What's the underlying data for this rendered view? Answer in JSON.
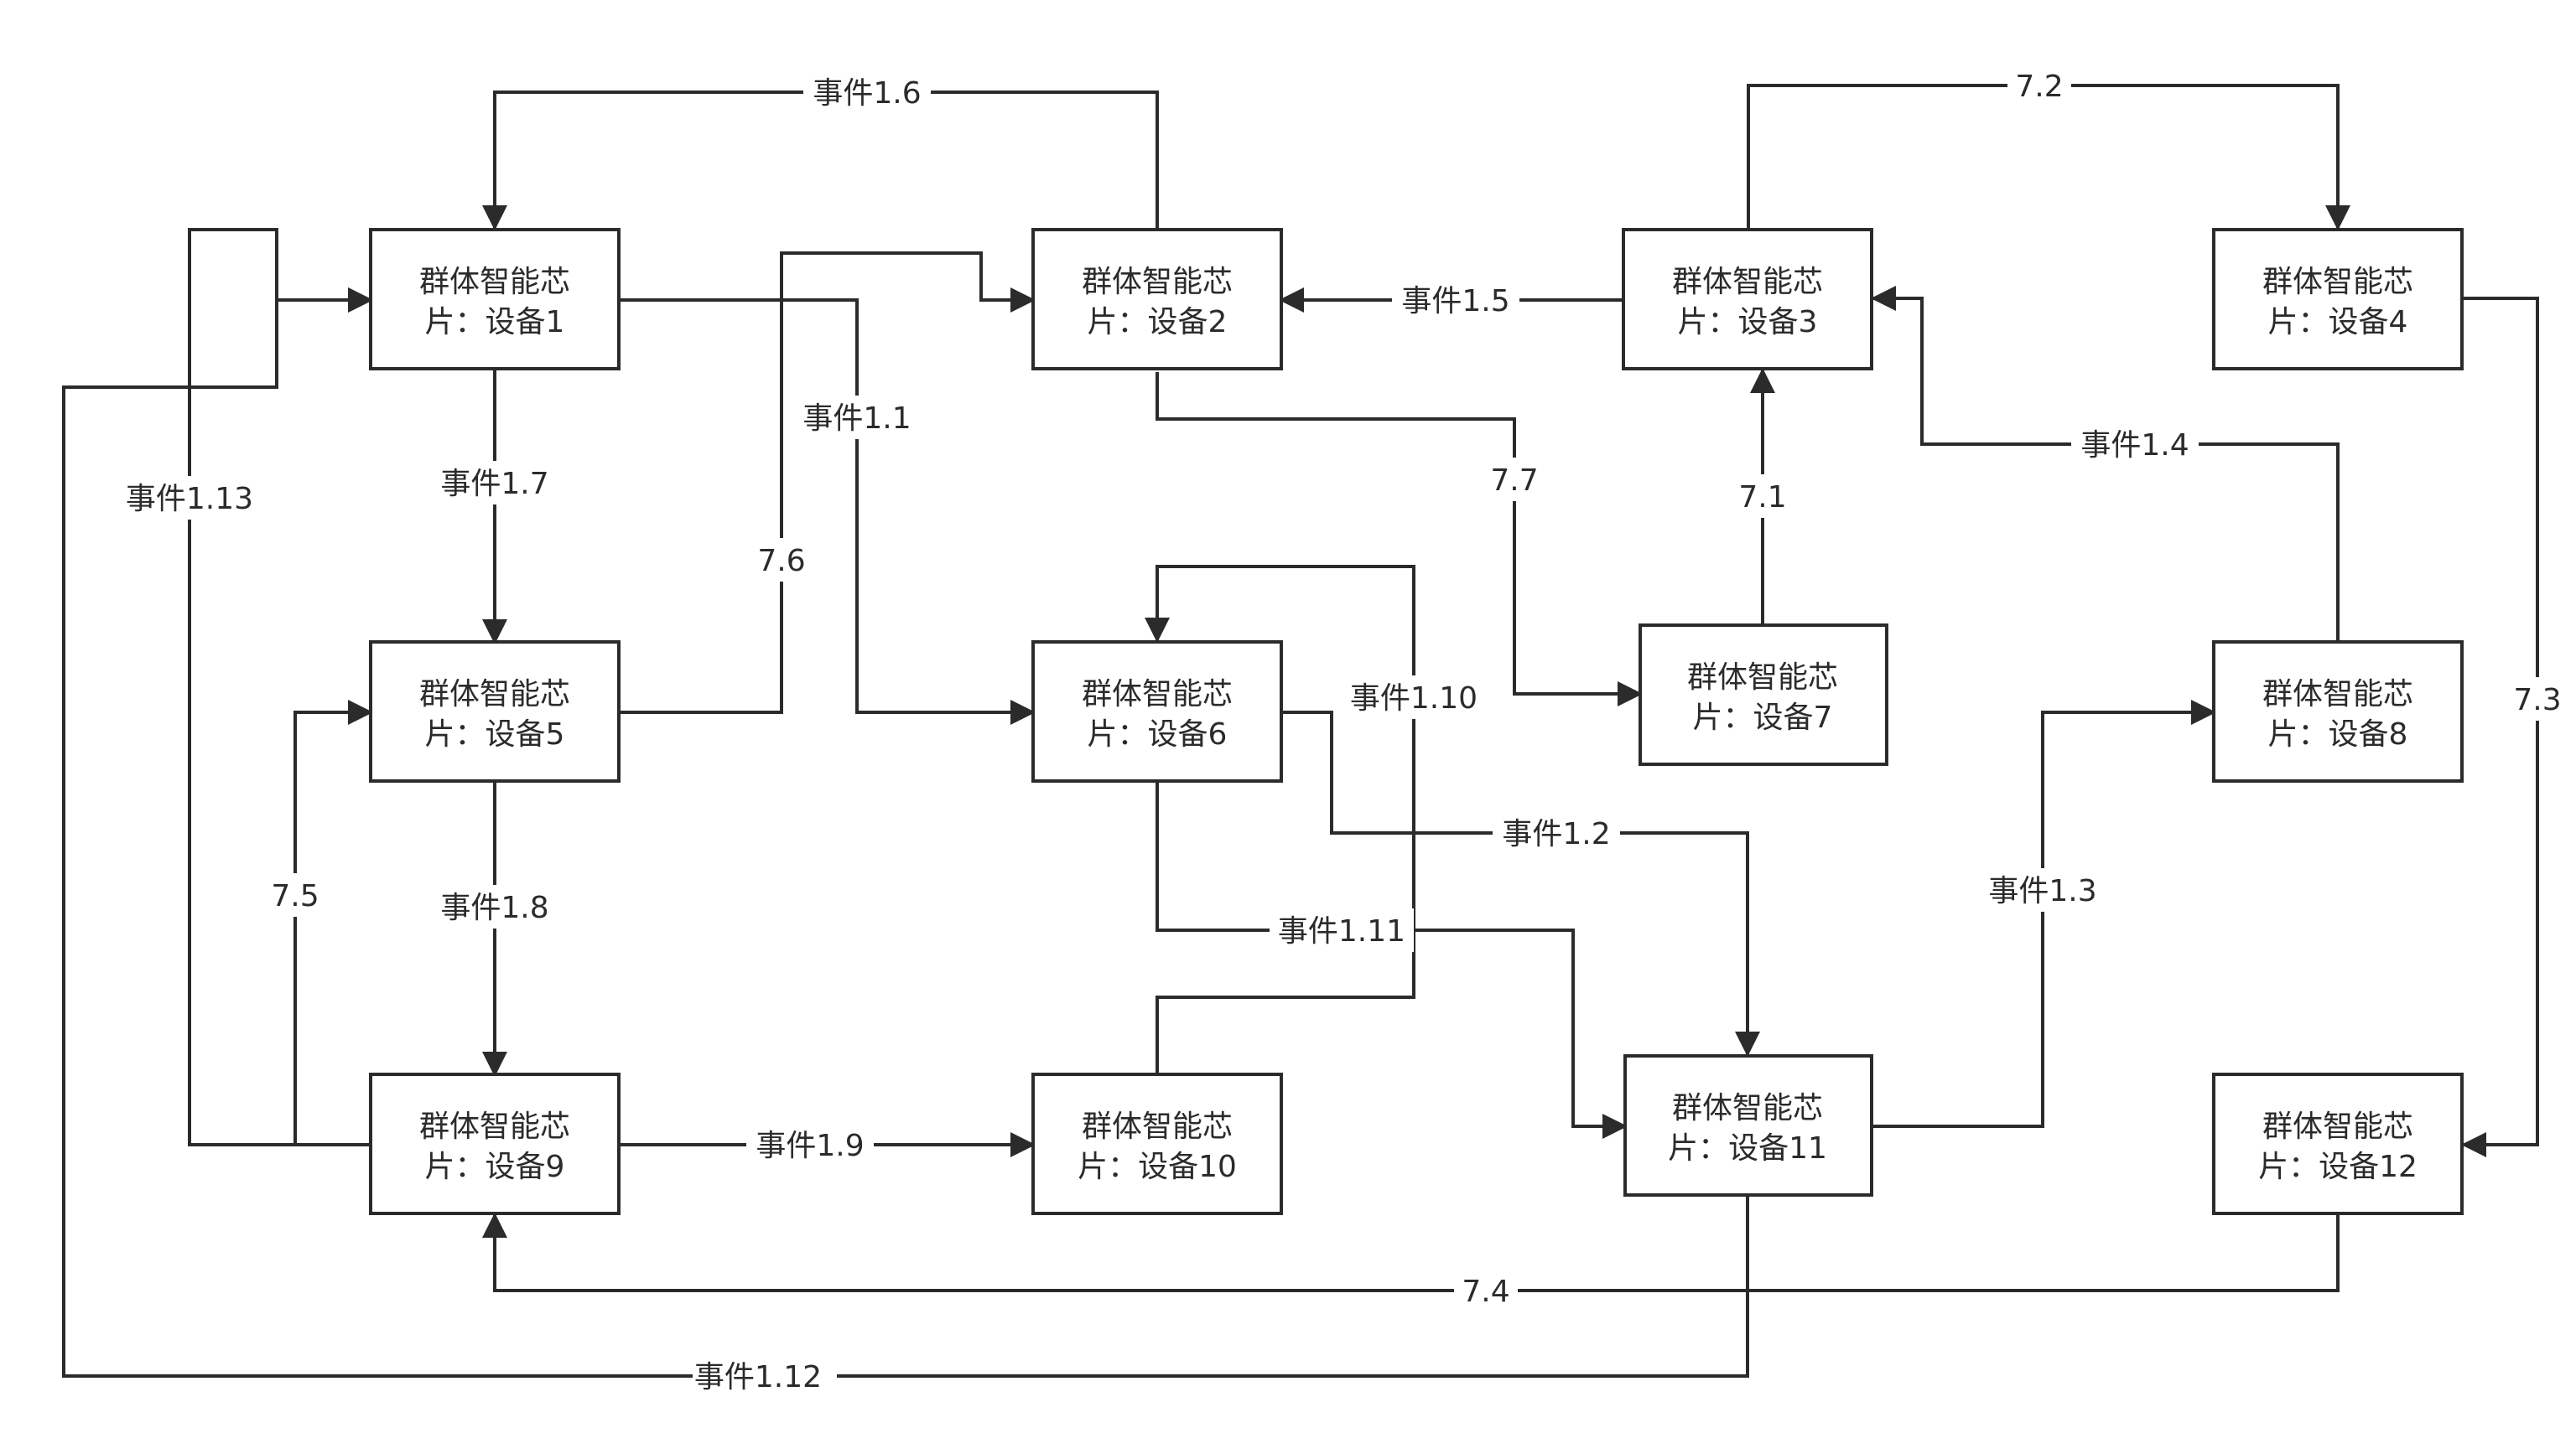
{
  "nodes": [
    {
      "id": "n1",
      "line1": "群体智能芯",
      "line2": "片：设备1"
    },
    {
      "id": "n2",
      "line1": "群体智能芯",
      "line2": "片：设备2"
    },
    {
      "id": "n3",
      "line1": "群体智能芯",
      "line2": "片：设备3"
    },
    {
      "id": "n4",
      "line1": "群体智能芯",
      "line2": "片：设备4"
    },
    {
      "id": "n5",
      "line1": "群体智能芯",
      "line2": "片：设备5"
    },
    {
      "id": "n6",
      "line1": "群体智能芯",
      "line2": "片：设备6"
    },
    {
      "id": "n7",
      "line1": "群体智能芯",
      "line2": "片：设备7"
    },
    {
      "id": "n8",
      "line1": "群体智能芯",
      "line2": "片：设备8"
    },
    {
      "id": "n9",
      "line1": "群体智能芯",
      "line2": "片：设备9"
    },
    {
      "id": "n10",
      "line1": "群体智能芯",
      "line2": "片：设备10"
    },
    {
      "id": "n11",
      "line1": "群体智能芯",
      "line2": "片：设备11"
    },
    {
      "id": "n12",
      "line1": "群体智能芯",
      "line2": "片：设备12"
    }
  ],
  "edges": [
    {
      "id": "e1_6",
      "from": "n2",
      "to": "n1",
      "label": "事件1.6"
    },
    {
      "id": "e7_2",
      "from": "n3",
      "to": "n4",
      "label": "7.2"
    },
    {
      "id": "e1_5",
      "from": "n3",
      "to": "n2",
      "label": "事件1.5"
    },
    {
      "id": "e1_1",
      "from": "n1",
      "to": "n6",
      "label": "事件1.1"
    },
    {
      "id": "e7_6",
      "from": "n5",
      "to": "n2",
      "label": "7.6"
    },
    {
      "id": "e1_7",
      "from": "n1",
      "to": "n5",
      "label": "事件1.7"
    },
    {
      "id": "e1_13",
      "from": "n9",
      "to": "n1",
      "label": "事件1.13"
    },
    {
      "id": "e7_7",
      "from": "n2",
      "to": "n7",
      "label": "7.7"
    },
    {
      "id": "e7_1",
      "from": "n7",
      "to": "n3",
      "label": "7.1"
    },
    {
      "id": "e1_4",
      "from": "n8",
      "to": "n3",
      "label": "事件1.4"
    },
    {
      "id": "e7_3",
      "from": "n4",
      "to": "n12",
      "label": "7.3"
    },
    {
      "id": "e1_10",
      "from": "n10",
      "to": "n6",
      "label": "事件1.10"
    },
    {
      "id": "e1_2",
      "from": "n6",
      "to": "n11",
      "label": "事件1.2"
    },
    {
      "id": "e1_3",
      "from": "n11",
      "to": "n8",
      "label": "事件1.3"
    },
    {
      "id": "e7_5",
      "from": "n9",
      "to": "n5",
      "label": "7.5"
    },
    {
      "id": "e1_8",
      "from": "n5",
      "to": "n9",
      "label": "事件1.8"
    },
    {
      "id": "e1_11",
      "from": "n6",
      "to": "n11",
      "label": "事件1.11"
    },
    {
      "id": "e1_9",
      "from": "n9",
      "to": "n10",
      "label": "事件1.9"
    },
    {
      "id": "e7_4",
      "from": "n12",
      "to": "n9",
      "label": "7.4"
    },
    {
      "id": "e1_12",
      "from": "n11",
      "to": "n1",
      "label": "事件1.12"
    }
  ]
}
